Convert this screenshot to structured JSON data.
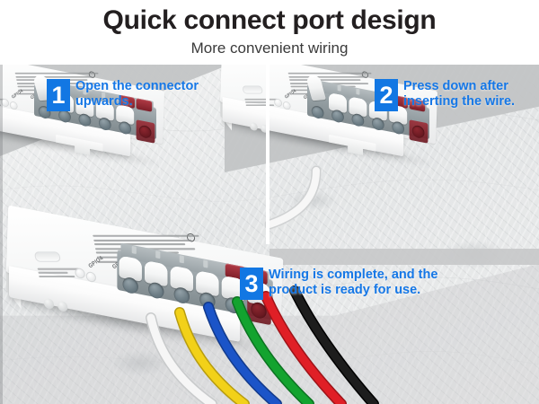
{
  "header": {
    "title": "Quick connect port design",
    "subtitle": "More convenient wiring"
  },
  "theme": {
    "accent_blue": "#1577e6",
    "badge_blue": "#1277e3",
    "title_color": "#231f20",
    "subtitle_color": "#3a3a3a",
    "background_gray": "#c2c4c5",
    "concrete_gray": "#e9eaea"
  },
  "steps": [
    {
      "number": "1",
      "text": "Open the connector\nupwards.",
      "caption_line1": "Open the connector",
      "caption_line2": "upwards."
    },
    {
      "number": "2",
      "text": "Press down after\ninserting the wire.",
      "caption_line1": "Press down after",
      "caption_line2": "inserting the wire."
    },
    {
      "number": "3",
      "text": "Wiring is complete, and the\nproduct is ready for use.",
      "caption_line1": "Wiring is complete, and the",
      "caption_line2": "product is ready for use."
    }
  ],
  "device": {
    "port_labels": [
      "GPIO4",
      "GPIO6",
      "GPIO7",
      "GPIO8",
      "GPIO9",
      "V+"
    ],
    "led_labels": [
      "LED",
      "GND"
    ],
    "port_count": 6,
    "red_port_index": 5,
    "colors": {
      "enclosure": "#ffffff",
      "terminal_block": "#8d979b",
      "lever_cap": "#f4f5f5",
      "hole": "#6d7d85",
      "red_port": "#7e1f29"
    }
  },
  "wires": {
    "panel2": [
      {
        "name": "white-wire",
        "color": "#f5f5f5"
      }
    ],
    "panel3": [
      {
        "name": "white-wire",
        "color": "#f4f4f4"
      },
      {
        "name": "yellow-wire",
        "color": "#f2d119"
      },
      {
        "name": "blue-wire",
        "color": "#1b54c8"
      },
      {
        "name": "green-wire",
        "color": "#13a32f"
      },
      {
        "name": "red-wire",
        "color": "#e01f26"
      },
      {
        "name": "black-wire",
        "color": "#111111"
      }
    ]
  },
  "panels": [
    {
      "id": "panel-step-1",
      "step": "1"
    },
    {
      "id": "panel-step-2",
      "step": "2"
    },
    {
      "id": "panel-step-3",
      "step": "3"
    }
  ]
}
